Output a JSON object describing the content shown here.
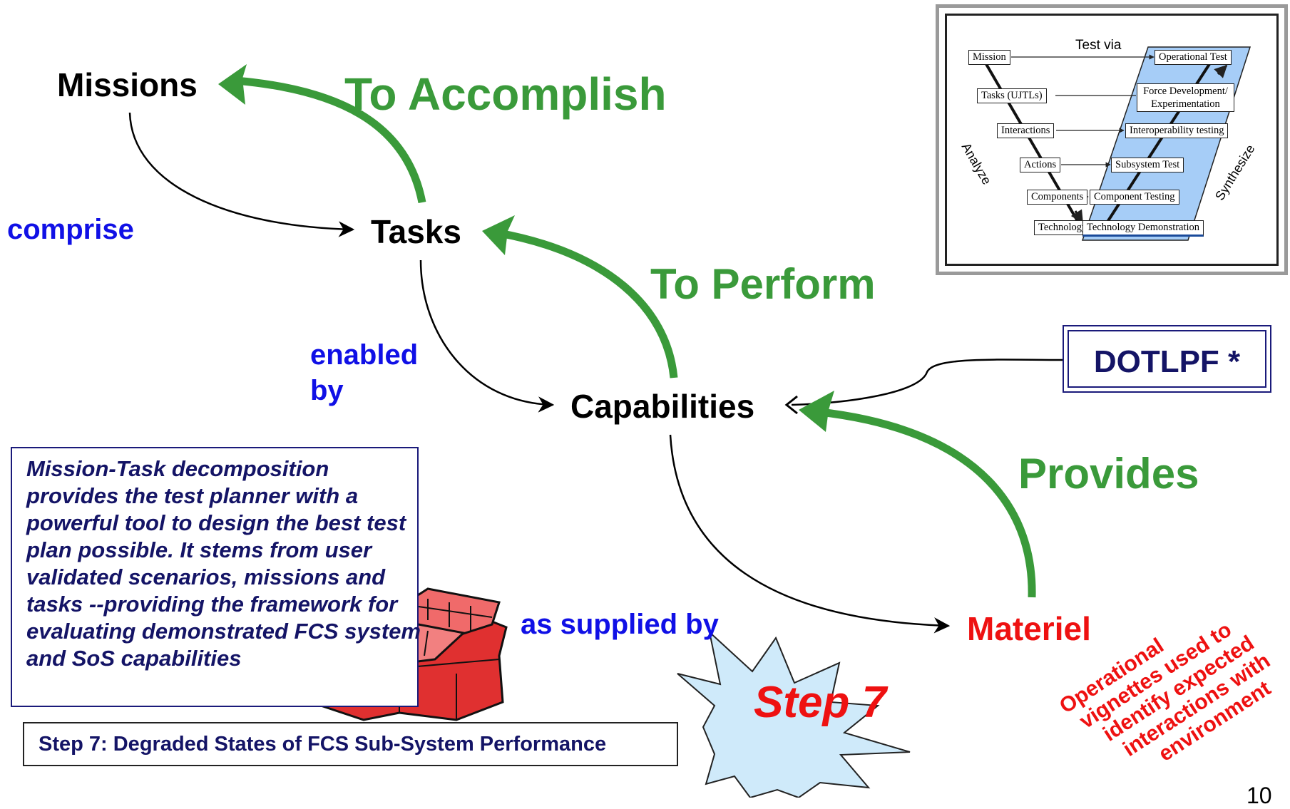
{
  "nodes": {
    "missions": "Missions",
    "tasks": "Tasks",
    "capabilities": "Capabilities",
    "materiel": "Materiel"
  },
  "relations": {
    "to_accomplish": "To Accomplish",
    "to_perform": "To Perform",
    "provides": "Provides",
    "comprise": "comprise",
    "enabled": "enabled",
    "by": "by",
    "as_supplied_by": "as supplied by"
  },
  "dotlpf_label": "DOTLPF *",
  "description": "Mission-Task decomposition provides the test planner with a powerful tool to design the best test plan possible.  It stems from user validated scenarios, missions and tasks --providing the framework for evaluating demonstrated FCS system and SoS capabilities",
  "step_caption": "Step 7: Degraded States of FCS Sub-System Performance",
  "step_burst": "Step 7",
  "materiel_note_lines": [
    "Operational",
    "vignettes used to",
    "identify expected",
    "interactions with",
    "environment"
  ],
  "page_number": "10",
  "vee_diagram": {
    "test_via": "Test via",
    "analyze": "Analyze",
    "synthesize": "Synthesize",
    "left_items": [
      "Mission",
      "Tasks (UJTLs)",
      "Interactions",
      "Actions",
      "Components",
      "Technology"
    ],
    "right_items": [
      "Operational Test",
      "Force Development/ Experimentation",
      "Interoperability testing",
      "Subsystem Test",
      "Component Testing",
      "Technology Demonstration"
    ]
  },
  "colors": {
    "green": "#3a9a3a",
    "blue": "#1010e6",
    "navy": "#141466",
    "red": "#ee1111",
    "burst_fill": "#cfeafa",
    "vee_fill": "#a6cdf7"
  },
  "icons": [
    "toolbox-icon",
    "starburst-icon"
  ]
}
